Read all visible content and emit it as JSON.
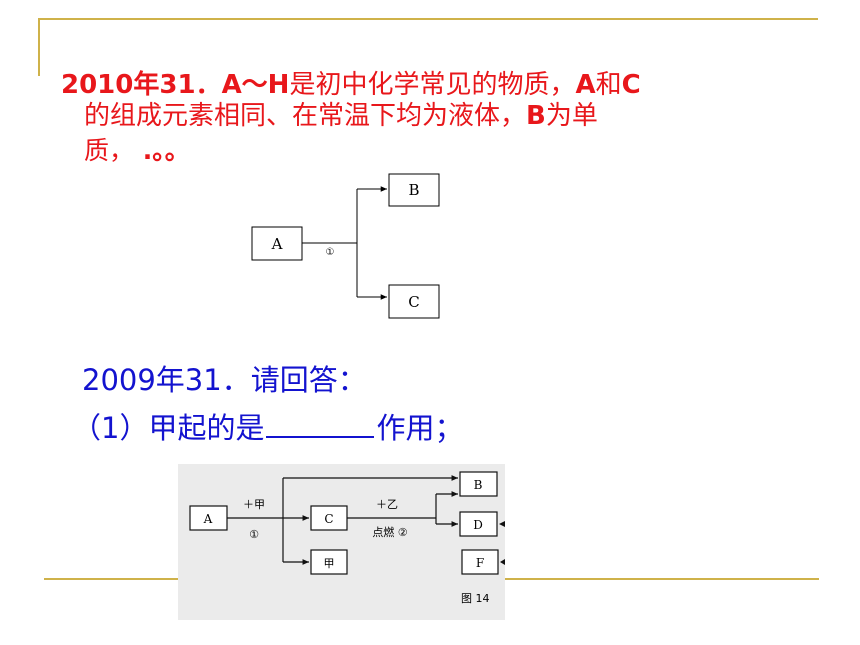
{
  "problem1": {
    "line1": {
      "year": "2010年",
      "num": "31．",
      "range": "A～H",
      "t1": "是初中化学常见的物质，",
      "a": "A",
      "t2": "和",
      "c": "C"
    },
    "line2": {
      "t1": "的组成元素相同、在常温下均为液体，",
      "b": "B",
      "t2": "为单"
    },
    "line3": {
      "t1": "质，",
      "t2": " .。。"
    },
    "diagram": {
      "node_a": "A",
      "node_b": "B",
      "node_c": "C",
      "step": "①"
    }
  },
  "problem2": {
    "line1": "2009年31．请回答：",
    "line2_pre": "（1）甲起的是",
    "line2_post": "作用；",
    "figure": {
      "node_a": "A",
      "node_b": "B",
      "node_c": "C",
      "node_d": "D",
      "node_f": "F",
      "node_jia": "甲",
      "label_add_jia": "＋甲",
      "label_step1": "①",
      "label_add_yi": "＋乙",
      "label_ignite": "点燃 ②",
      "caption": "图 14"
    }
  },
  "colors": {
    "accent_gold": "#cfb24a",
    "problem1_text": "#e8171b",
    "problem2_text": "#1313cf"
  }
}
